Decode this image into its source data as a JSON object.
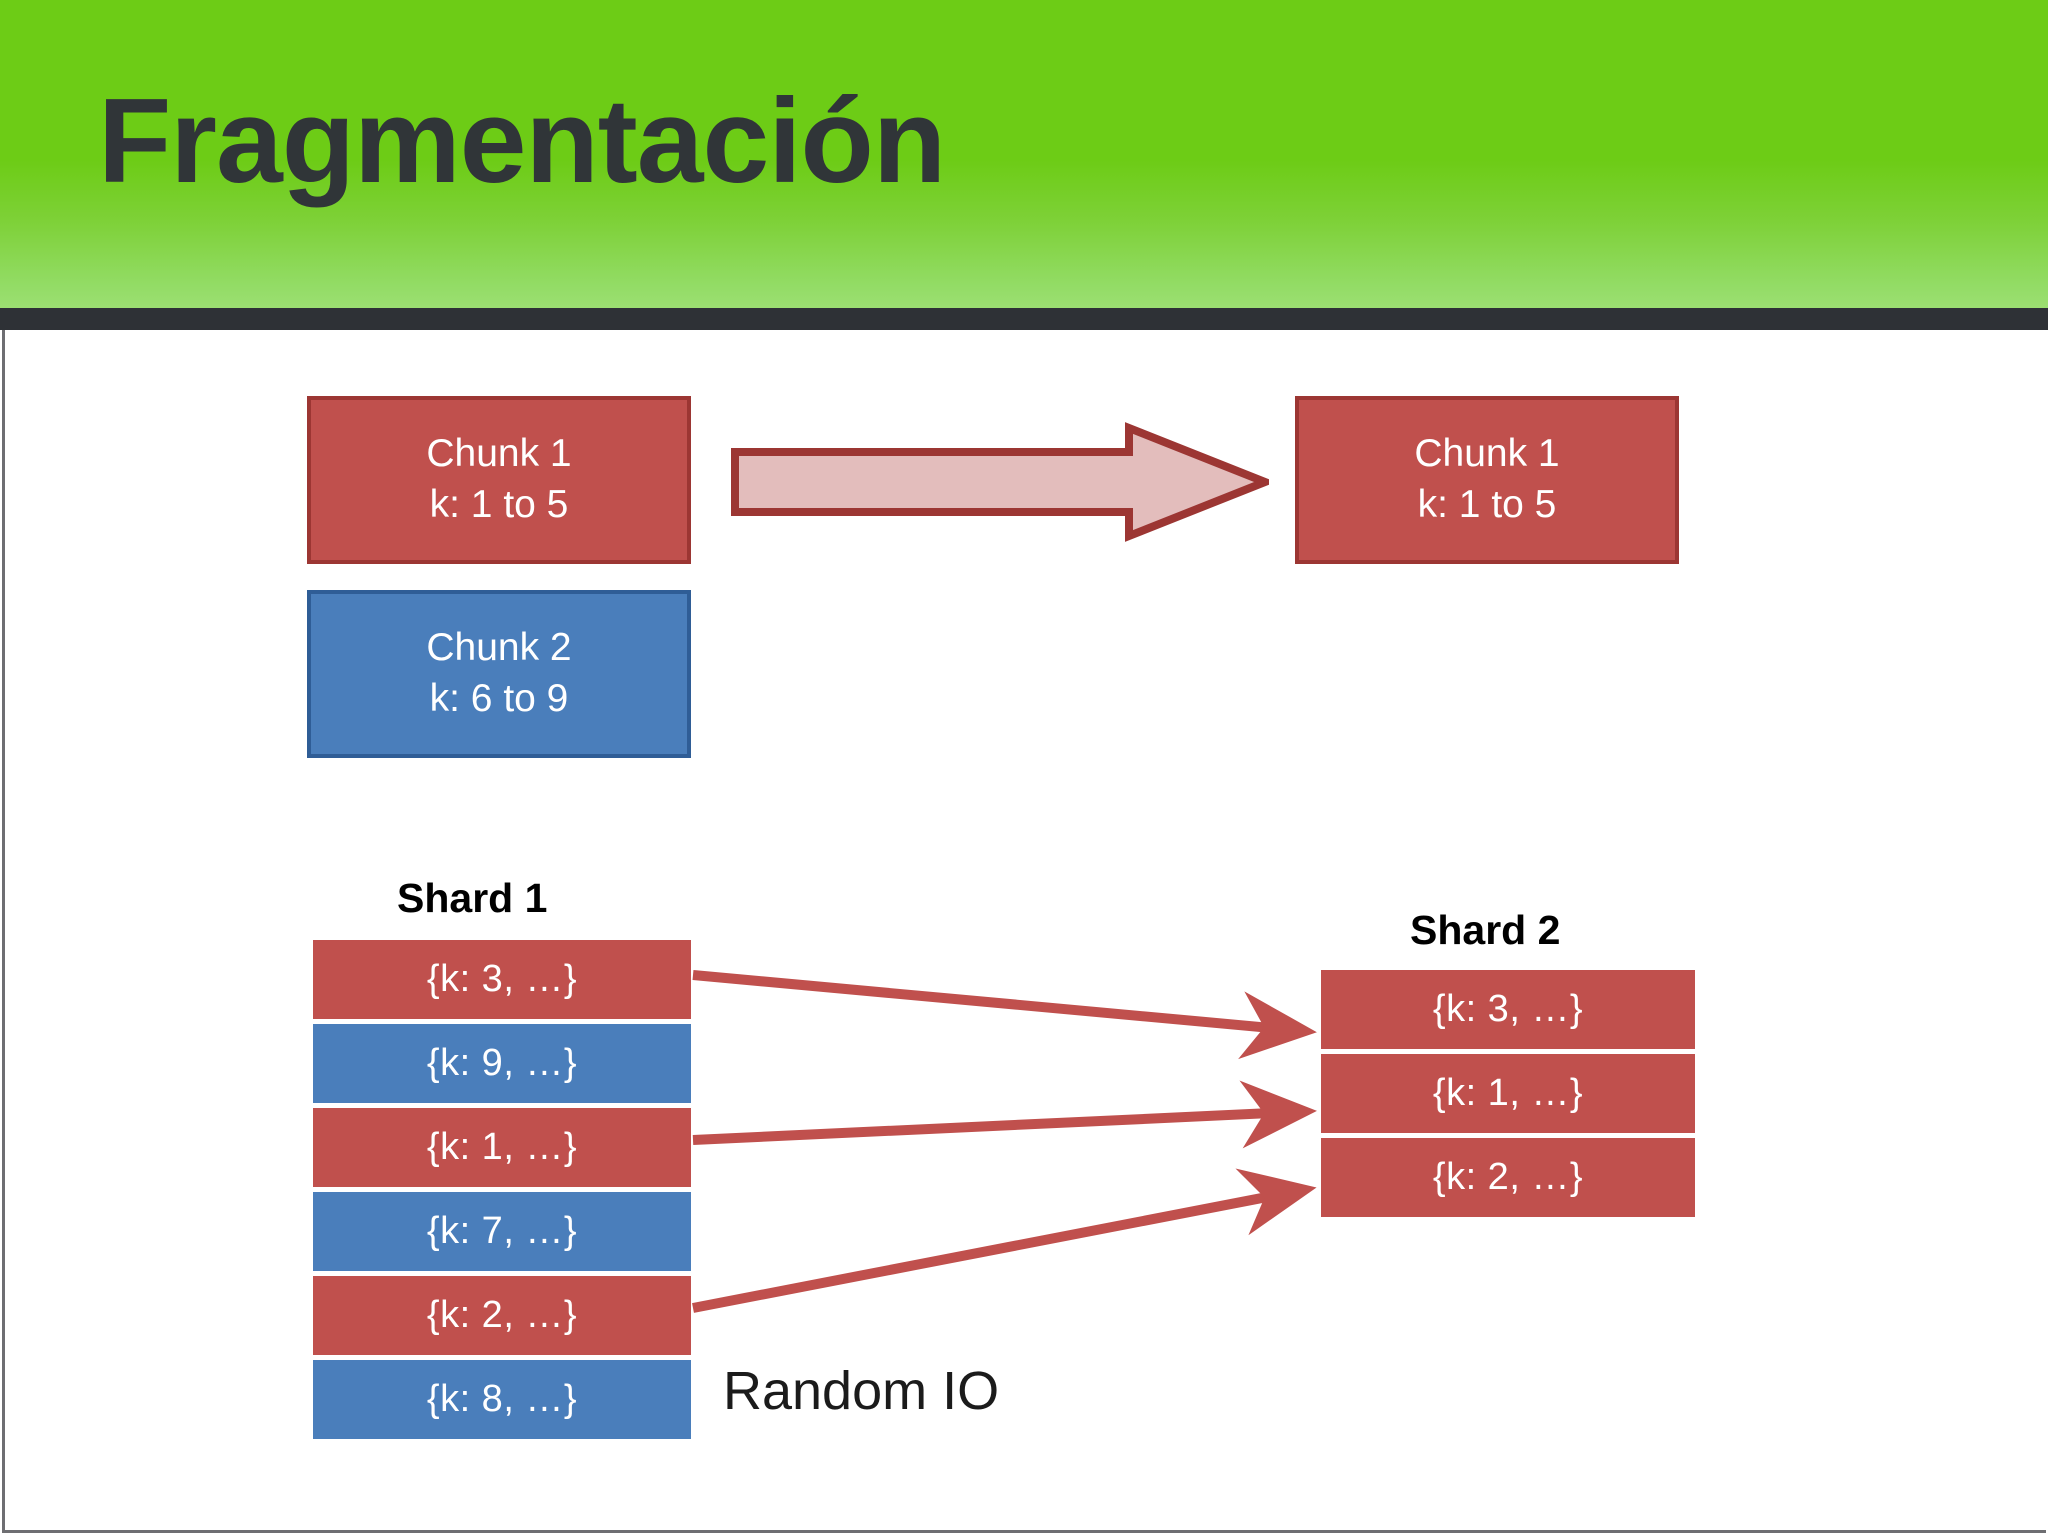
{
  "slide": {
    "title": "Fragmentación",
    "header_color": "#6DCC16",
    "header_rule_color": "#2E3136",
    "title_color": "#303538"
  },
  "colors": {
    "red_fill": "#C0504D",
    "red_border": "#9C3633",
    "blue_fill": "#4A7EBB",
    "blue_border": "#2F5D96",
    "arrow_fill": "#E3BDBC",
    "arrow_border": "#9C3633",
    "thin_arrow": "#C0504D"
  },
  "diagram": {
    "chunks_before": [
      {
        "name": "chunk-1",
        "title": "Chunk 1",
        "range": "k: 1 to 5",
        "color": "red"
      },
      {
        "name": "chunk-2",
        "title": "Chunk 2",
        "range": "k: 6 to 9",
        "color": "blue"
      }
    ],
    "chunks_after": [
      {
        "name": "chunk-1",
        "title": "Chunk 1",
        "range": "k: 1 to 5",
        "color": "red"
      }
    ],
    "transfer_arrow_label": "",
    "random_io_label": "Random IO",
    "shard1": {
      "label": "Shard 1",
      "rows": [
        {
          "text": "{k: 3, …}",
          "color": "red"
        },
        {
          "text": "{k: 9, …}",
          "color": "blue"
        },
        {
          "text": "{k: 1, …}",
          "color": "red"
        },
        {
          "text": "{k: 7, …}",
          "color": "blue"
        },
        {
          "text": "{k: 2, …}",
          "color": "red"
        },
        {
          "text": "{k: 8, …}",
          "color": "blue"
        }
      ]
    },
    "shard2": {
      "label": "Shard 2",
      "rows": [
        {
          "text": "{k: 3, …}",
          "color": "red"
        },
        {
          "text": "{k: 1, …}",
          "color": "red"
        },
        {
          "text": "{k: 2, …}",
          "color": "red"
        }
      ]
    }
  }
}
